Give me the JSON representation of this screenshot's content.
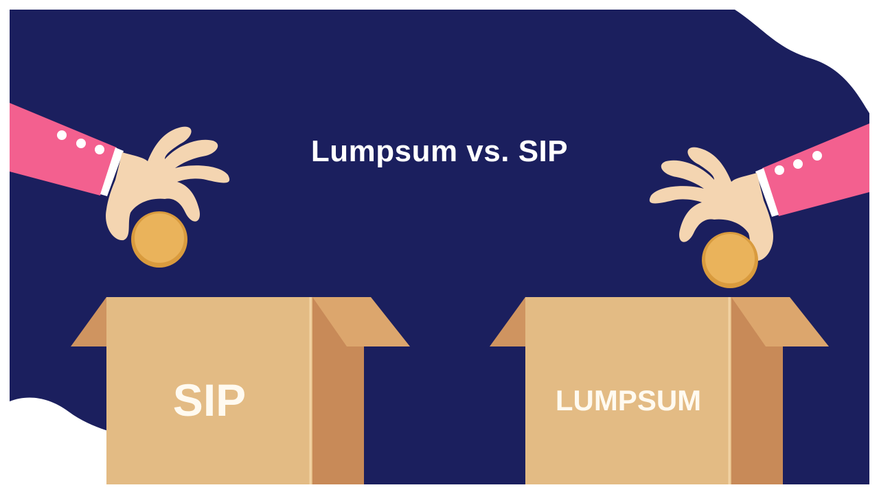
{
  "title": "Lumpsum vs. SIP",
  "boxes": {
    "left_label": "SIP",
    "right_label": "LUMPSUM"
  },
  "colors": {
    "background": "#1b1f5e",
    "sleeve": "#f3608f",
    "skin": "#f4d5b1",
    "coin": "#eab35b",
    "box_front": "#e3bb84",
    "box_side": "#c88a58",
    "box_flap": "#dca66d"
  }
}
